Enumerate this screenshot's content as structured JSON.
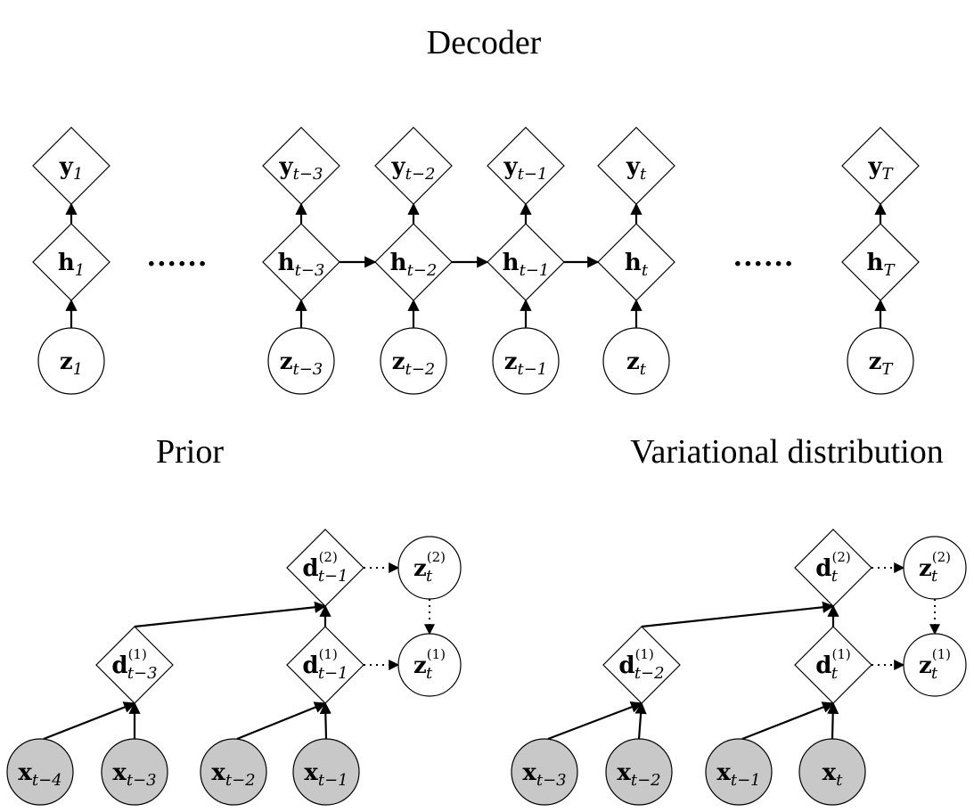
{
  "titles": {
    "decoder": "Decoder",
    "prior": "Prior",
    "variational": "Variational distribution"
  },
  "ellipsis": "......",
  "decoder": {
    "y_nodes": [
      {
        "main": "y",
        "sub": "1"
      },
      {
        "main": "y",
        "sub": "t−3"
      },
      {
        "main": "y",
        "sub": "t−2"
      },
      {
        "main": "y",
        "sub": "t−1"
      },
      {
        "main": "y",
        "sub": "t"
      },
      {
        "main": "y",
        "sub": "T"
      }
    ],
    "h_nodes": [
      {
        "main": "h",
        "sub": "1"
      },
      {
        "main": "h",
        "sub": "t−3"
      },
      {
        "main": "h",
        "sub": "t−2"
      },
      {
        "main": "h",
        "sub": "t−1"
      },
      {
        "main": "h",
        "sub": "t"
      },
      {
        "main": "h",
        "sub": "T"
      }
    ],
    "z_nodes": [
      {
        "main": "z",
        "sub": "1"
      },
      {
        "main": "z",
        "sub": "t−3"
      },
      {
        "main": "z",
        "sub": "t−2"
      },
      {
        "main": "z",
        "sub": "t−1"
      },
      {
        "main": "z",
        "sub": "t"
      },
      {
        "main": "z",
        "sub": "T"
      }
    ]
  },
  "prior": {
    "d_top": {
      "main": "d",
      "sub": "t−1",
      "sup": "(2)"
    },
    "z_top": {
      "main": "z",
      "sub": "t",
      "sup": "(2)"
    },
    "d_mid_left": {
      "main": "d",
      "sub": "t−3",
      "sup": "(1)"
    },
    "d_mid_right": {
      "main": "d",
      "sub": "t−1",
      "sup": "(1)"
    },
    "z_mid": {
      "main": "z",
      "sub": "t",
      "sup": "(1)"
    },
    "x_nodes": [
      {
        "main": "x",
        "sub": "t−4"
      },
      {
        "main": "x",
        "sub": "t−3"
      },
      {
        "main": "x",
        "sub": "t−2"
      },
      {
        "main": "x",
        "sub": "t−1"
      }
    ]
  },
  "variational": {
    "d_top": {
      "main": "d",
      "sub": "t",
      "sup": "(2)"
    },
    "z_top": {
      "main": "z",
      "sub": "t",
      "sup": "(2)"
    },
    "d_mid_left": {
      "main": "d",
      "sub": "t−2",
      "sup": "(1)"
    },
    "d_mid_right": {
      "main": "d",
      "sub": "t",
      "sup": "(1)"
    },
    "z_mid": {
      "main": "z",
      "sub": "t",
      "sup": "(1)"
    },
    "x_nodes": [
      {
        "main": "x",
        "sub": "t−3"
      },
      {
        "main": "x",
        "sub": "t−2"
      },
      {
        "main": "x",
        "sub": "t−1"
      },
      {
        "main": "x",
        "sub": "t"
      }
    ]
  }
}
